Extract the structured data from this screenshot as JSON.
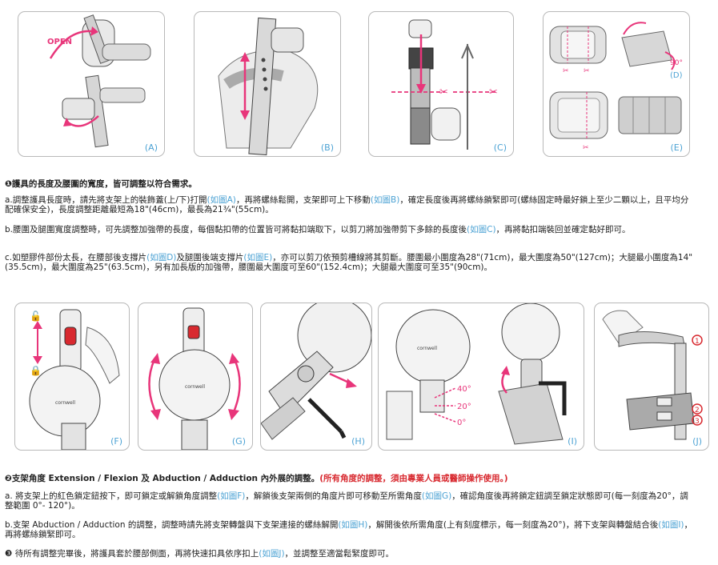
{
  "figures_top": [
    {
      "label": "(A)",
      "open_text": "OPEN"
    },
    {
      "label": "(B)"
    },
    {
      "label": "(C)"
    },
    {
      "label": "(D)",
      "angle_text": "90°",
      "sub_label_e": "(E)"
    }
  ],
  "figures_bottom": [
    {
      "label": "(F)"
    },
    {
      "label": "(G)"
    },
    {
      "label": "(H)"
    },
    {
      "label": "(I)",
      "angles": [
        "40°",
        "20°",
        "0°"
      ]
    },
    {
      "label": "(J)",
      "numbers": [
        "1",
        "2",
        "3"
      ]
    }
  ],
  "brand_text": "cornwell",
  "section1": {
    "heading": "❶護具的長度及腰圍的寬度，皆可調整以符合需求。",
    "a_pre": "a.調整護具長度時，請先將支架上的裝飾蓋(上/下)打開",
    "a_ref1": "(如圖A)",
    "a_mid": "，再將螺絲鬆開，支架即可上下移動",
    "a_ref2": "(如圖B)",
    "a_post": "，確定長度後再將螺絲鎖緊即可(螺絲固定時最好鎖上至少二顆以上，且平均分配確保安全)，長度調整距離最短為18\"(46cm)，最長為21¾\"(55cm)。",
    "b_pre": "b.腰圍及腿圍寬度調整時，可先調整加強帶的長度，每個黏扣帶的位置皆可將黏扣端取下，以剪刀將加強帶剪下多餘的長度後",
    "b_ref": "(如圖C)",
    "b_post": "，再將黏扣端裝回並確定黏好即可。",
    "c_pre": "c.如塑膠件部份太長，在腰部後支撐片",
    "c_ref1": "(如圖D)",
    "c_mid": "及腿圍後端支撐片",
    "c_ref2": "(如圖E)",
    "c_post": "，亦可以剪刀依預剪槽線將其剪斷。腰圍最小圍度為28\"(71cm)，最大圍度為50\"(127cm)；大腿最小圍度為14\"(35.5cm)，最大圍度為25\"(63.5cm)，另有加長版的加強帶，腰圍最大圍度可至60\"(152.4cm)；大腿最大圍度可至35\"(90cm)。"
  },
  "section2": {
    "heading": "❷支架角度 Extension / Flexion 及 Abduction / Adduction 內外展的調整。",
    "heading_note": "(所有角度的調整，須由專業人員或醫師操作使用。)",
    "a_pre": "a. 將支架上的紅色鎖定鈕按下，即可鎖定或解鎖角度調整",
    "a_ref1": "(如圖F)",
    "a_mid": "，解鎖後支架兩側的角度片即可移動至所需角度",
    "a_ref2": "(如圖G)",
    "a_post": "，確認角度後再將鎖定鈕調至鎖定狀態即可(每一刻度為20°，調整範圍 0°- 120°)。",
    "b_pre": "b.支架 Abduction / Adduction 的調整，調整時請先將支架轉盤與下支架連接的螺絲解開",
    "b_ref1": "(如圖H)",
    "b_mid": "，解開後依所需角度(上有刻度標示，每一刻度為20°)，將下支架與轉盤結合後",
    "b_ref2": "(如圖I)",
    "b_post": "，再將螺絲鎖緊即可。"
  },
  "section3": {
    "pre": "❸ 待所有調整完畢後，將護具套於腰部側面，再將快速扣具依序扣上",
    "ref": "(如圖J)",
    "post": "，並調整至適當鬆緊度即可。"
  },
  "colors": {
    "accent_pink": "#e8357a",
    "ref_blue": "#4da3d4",
    "note_red": "#d8292f"
  }
}
